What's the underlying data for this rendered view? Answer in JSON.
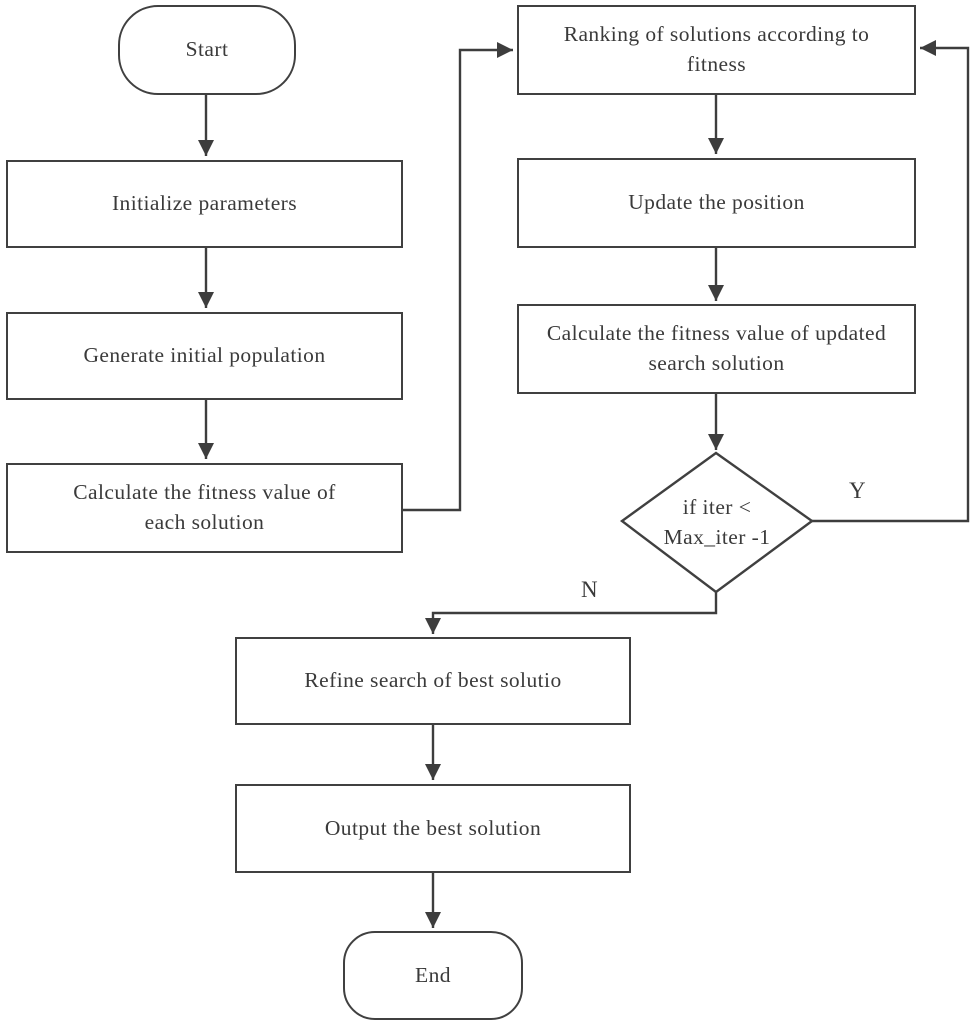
{
  "diagram": {
    "type": "flowchart",
    "colors": {
      "background": "#ffffff",
      "line": "#3d3d3d",
      "text": "#3a3a3a"
    },
    "nodes": {
      "start": {
        "shape": "stadium",
        "lines": [
          "Start"
        ]
      },
      "init_params": {
        "shape": "rectangle",
        "lines": [
          "Initialize parameters"
        ]
      },
      "generate_pop": {
        "shape": "rectangle",
        "lines": [
          "Generate initial population"
        ]
      },
      "calc_fitness": {
        "shape": "rectangle",
        "lines": [
          "Calculate the fitness value of",
          "each solution"
        ]
      },
      "ranking": {
        "shape": "rectangle",
        "lines": [
          "Ranking of solutions according to",
          "fitness"
        ]
      },
      "update_pos": {
        "shape": "rectangle",
        "lines": [
          "Update the position"
        ]
      },
      "calc_updated": {
        "shape": "rectangle",
        "lines": [
          "Calculate the fitness value of updated",
          "search solution"
        ]
      },
      "decision": {
        "shape": "diamond",
        "lines": [
          "if iter <",
          "Max_iter -1"
        ]
      },
      "refine": {
        "shape": "rectangle",
        "lines": [
          "Refine search of best solutio"
        ]
      },
      "output": {
        "shape": "rectangle",
        "lines": [
          "Output the best solution"
        ]
      },
      "end": {
        "shape": "stadium",
        "lines": [
          "End"
        ]
      }
    },
    "edge_labels": {
      "yes": "Y",
      "no": "N"
    }
  }
}
